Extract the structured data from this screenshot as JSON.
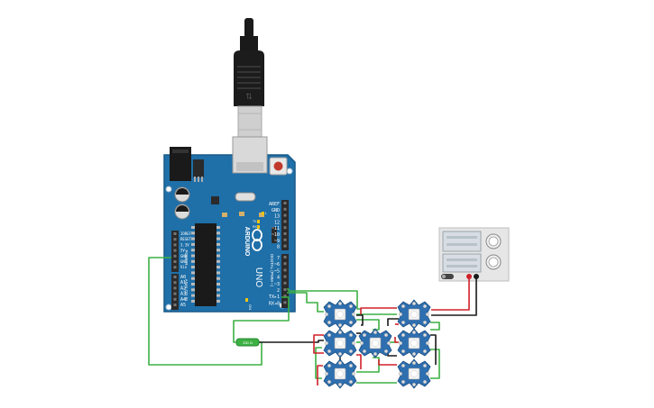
{
  "colors": {
    "board": "#1f6fa8",
    "board_edge": "#185a8a",
    "header": "#2b2b2b",
    "wire_green": "#3cb043",
    "wire_red": "#d0202a",
    "wire_black": "#1a1a1a",
    "pixel_board": "#2e6fb0",
    "psu_body": "#e6e6e6",
    "psu_screen": "#d7dde2"
  },
  "arduino": {
    "brand": "ARDUINO",
    "model": "UNO",
    "digital_label": "DIGITAL (PWM ~)",
    "power_label": "POWER",
    "analog_label": "ANALOG IN",
    "pin_top": [
      "AREF",
      "GND",
      "13",
      "12",
      "~11",
      "~10",
      "~9",
      "8"
    ],
    "pin_mid": [
      "7",
      "~6",
      "~5",
      "4",
      "~3",
      "2",
      "TX▸1",
      "RX◂0"
    ],
    "power_pins": [
      "IOREF",
      "RESET",
      "3.3V",
      "5V",
      "GND",
      "GND",
      "Vin"
    ],
    "analog_pins": [
      "A0",
      "A1",
      "A2",
      "A3",
      "A4",
      "A5"
    ],
    "on_label": "ON",
    "tx_label": "TX",
    "rx_label": "RX",
    "l_label": "L"
  },
  "resistor": {
    "label": "330 Ω"
  },
  "power_supply": {
    "reading_1": "",
    "reading_2": ""
  }
}
